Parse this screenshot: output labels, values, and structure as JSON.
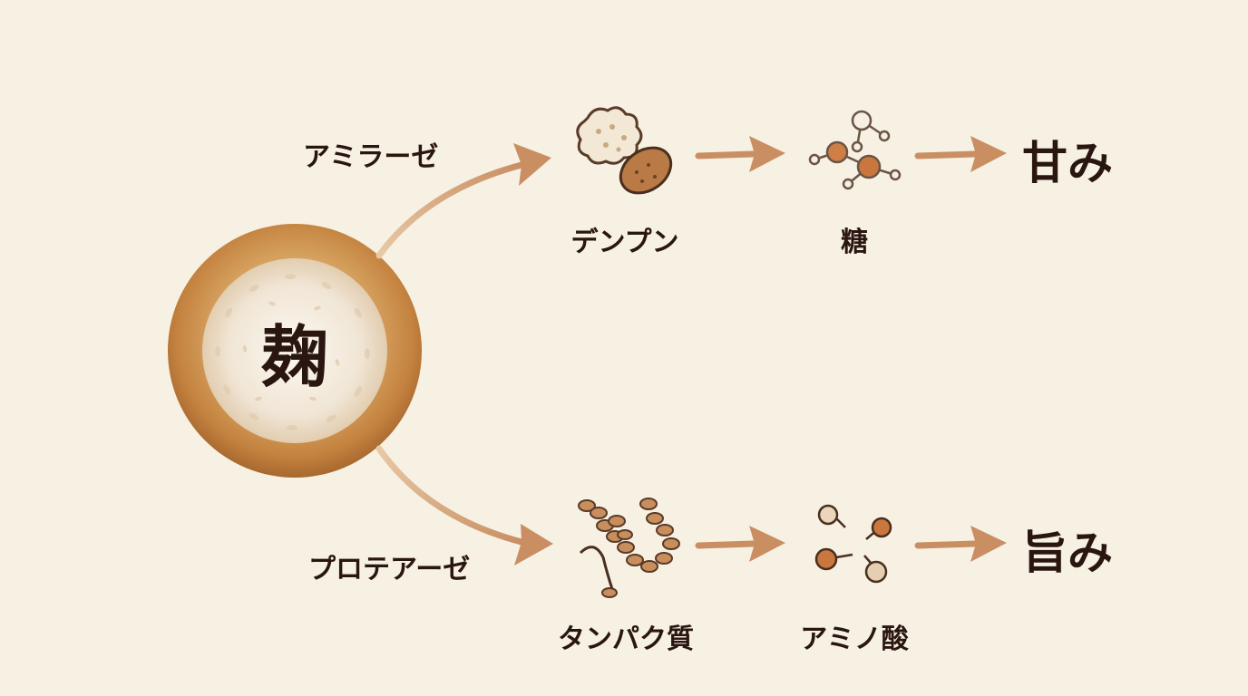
{
  "koji": {
    "label": "麹"
  },
  "top_branch": {
    "enzyme": "アミラーゼ",
    "substrate": "デンプン",
    "product": "糖",
    "result": "甘み"
  },
  "bottom_branch": {
    "enzyme": "プロテアーゼ",
    "substrate": "タンパク質",
    "product": "アミノ酸",
    "result": "旨み"
  },
  "colors": {
    "background": "#f7f1e4",
    "arrow": "#c98f63",
    "text": "#2a1610",
    "koji_ring": "#c88a4a",
    "koji_center": "#f4eee4"
  },
  "icons": {
    "starch": "starch-icon",
    "sugar": "sugar-molecule-icon",
    "protein": "protein-chain-icon",
    "amino_acid": "amino-acid-icon"
  }
}
